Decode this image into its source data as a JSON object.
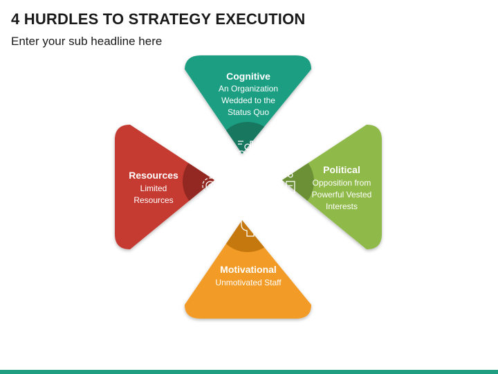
{
  "header": {
    "title": "4 HURDLES TO STRATEGY EXECUTION",
    "subtitle": "Enter your sub headline here"
  },
  "colors": {
    "cognitive": "#1f9e82",
    "cognitive_dark": "#17775f",
    "political": "#8fb94a",
    "political_dark": "#6c9035",
    "motivational": "#f29b26",
    "motivational_dark": "#c5780e",
    "resources": "#c53a32",
    "resources_dark": "#922821",
    "bar": "#1f9e82"
  },
  "hurdles": [
    {
      "title": "Cognitive",
      "lines": [
        "An Organization",
        "Wedded to the",
        "Status Quo"
      ],
      "icon": "analytics-brain-icon"
    },
    {
      "title": "Political",
      "lines": [
        "Opposition from",
        "Powerful Vested",
        "Interests"
      ],
      "icon": "podium-speakers-icon"
    },
    {
      "title": "Motivational",
      "lines": [
        "Unmotivated Staff"
      ],
      "icon": "raised-fist-icon"
    },
    {
      "title": "Resources",
      "lines": [
        "Limited",
        "Resources"
      ],
      "icon": "gear-target-icon"
    }
  ]
}
